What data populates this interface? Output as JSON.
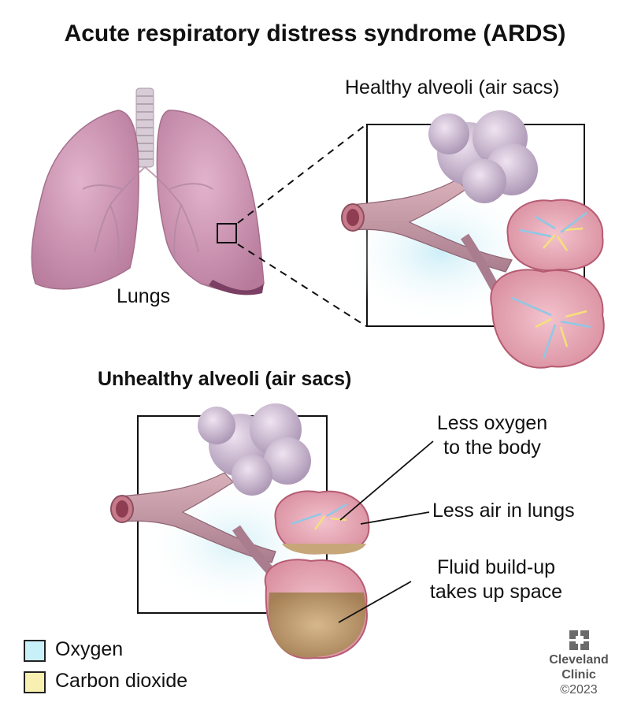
{
  "title": "Acute respiratory distress syndrome (ARDS)",
  "sections": {
    "healthy": {
      "heading": "Healthy alveoli (air sacs)"
    },
    "lungs": {
      "label": "Lungs"
    },
    "unhealthy": {
      "heading": "Unhealthy alveoli (air sacs)"
    }
  },
  "callouts": {
    "oxygen_line1": "Less oxygen",
    "oxygen_line2": "to the body",
    "air": "Less air in lungs",
    "fluid_line1": "Fluid build-up",
    "fluid_line2": "takes up space"
  },
  "legend": [
    {
      "label": "Oxygen",
      "color": "#c8f0f8"
    },
    {
      "label": "Carbon dioxide",
      "color": "#f8f0b0"
    }
  ],
  "logo": {
    "line1": "Cleveland",
    "line2": "Clinic",
    "copyright": "©2023"
  },
  "colors": {
    "lung_fill": "#d7a2bf",
    "airway_fill": "#c79aa6",
    "alveoli_fill": "#e0a8b8",
    "sac_fill": "#c9b8cf",
    "fluid_fill": "#c9a77a",
    "oxygen_glow": "#d6f2f8"
  }
}
